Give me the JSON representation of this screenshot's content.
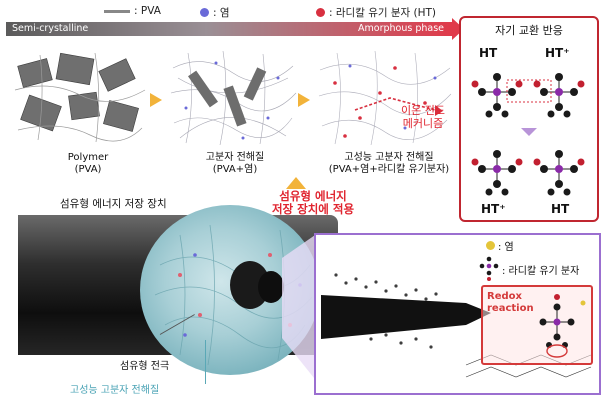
{
  "legend": {
    "pva_label": ": PVA",
    "salt_label": ": 염",
    "radical_label": ": 라디칼 유기 분자 (HT)",
    "colors": {
      "pva": "#888888",
      "salt": "#6a6ad8",
      "radical": "#d83040"
    }
  },
  "phase_bar": {
    "left_label": "Semi-crystalline",
    "right_label": "Amorphous phase"
  },
  "stages": [
    {
      "line1": "Polymer",
      "line2": "(PVA)"
    },
    {
      "line1": "고분자 전해질",
      "line2": "(PVA+염)"
    },
    {
      "line1": "고성능 고분자 전해질",
      "line2": "(PVA+염+라디칼 유기분자)"
    }
  ],
  "mechanism_label": {
    "line1": "이온 전도",
    "line2": "메커니즘"
  },
  "apply_label": {
    "line1": "섬유형 에너지",
    "line2": "저장 장치에 적용"
  },
  "self_exchange": {
    "title": "자기 교환 반응",
    "top_left": "HT",
    "top_right": "HT⁺",
    "bottom_left": "HT⁺",
    "bottom_right": "HT"
  },
  "device": {
    "title": "섬유형 에너지 저장 장치",
    "electrode_label": "섬유형 전극",
    "electrolyte_label": "고성능 고분자 전해질"
  },
  "zoom": {
    "salt_legend": ": 염",
    "radical_legend": ": 라디칼 유기 분자",
    "redox_line1": "Redox",
    "redox_line2": "reaction",
    "colors": {
      "salt": "#e4c53a",
      "radical": "#d83040"
    }
  }
}
